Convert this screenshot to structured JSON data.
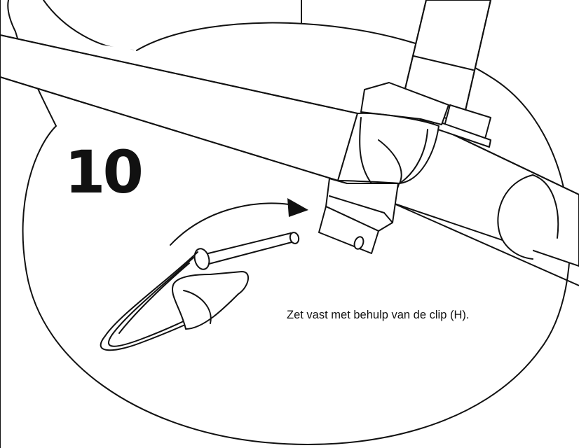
{
  "step": {
    "number": "10",
    "instruction": "Zet vast met behulp van de clip (H)."
  },
  "icons": {
    "frame": "tube-frame-illustration",
    "pin": "clip-pin-illustration",
    "arrow": "curved-arrow-icon"
  },
  "colors": {
    "line": "#111111",
    "background": "#ffffff"
  }
}
